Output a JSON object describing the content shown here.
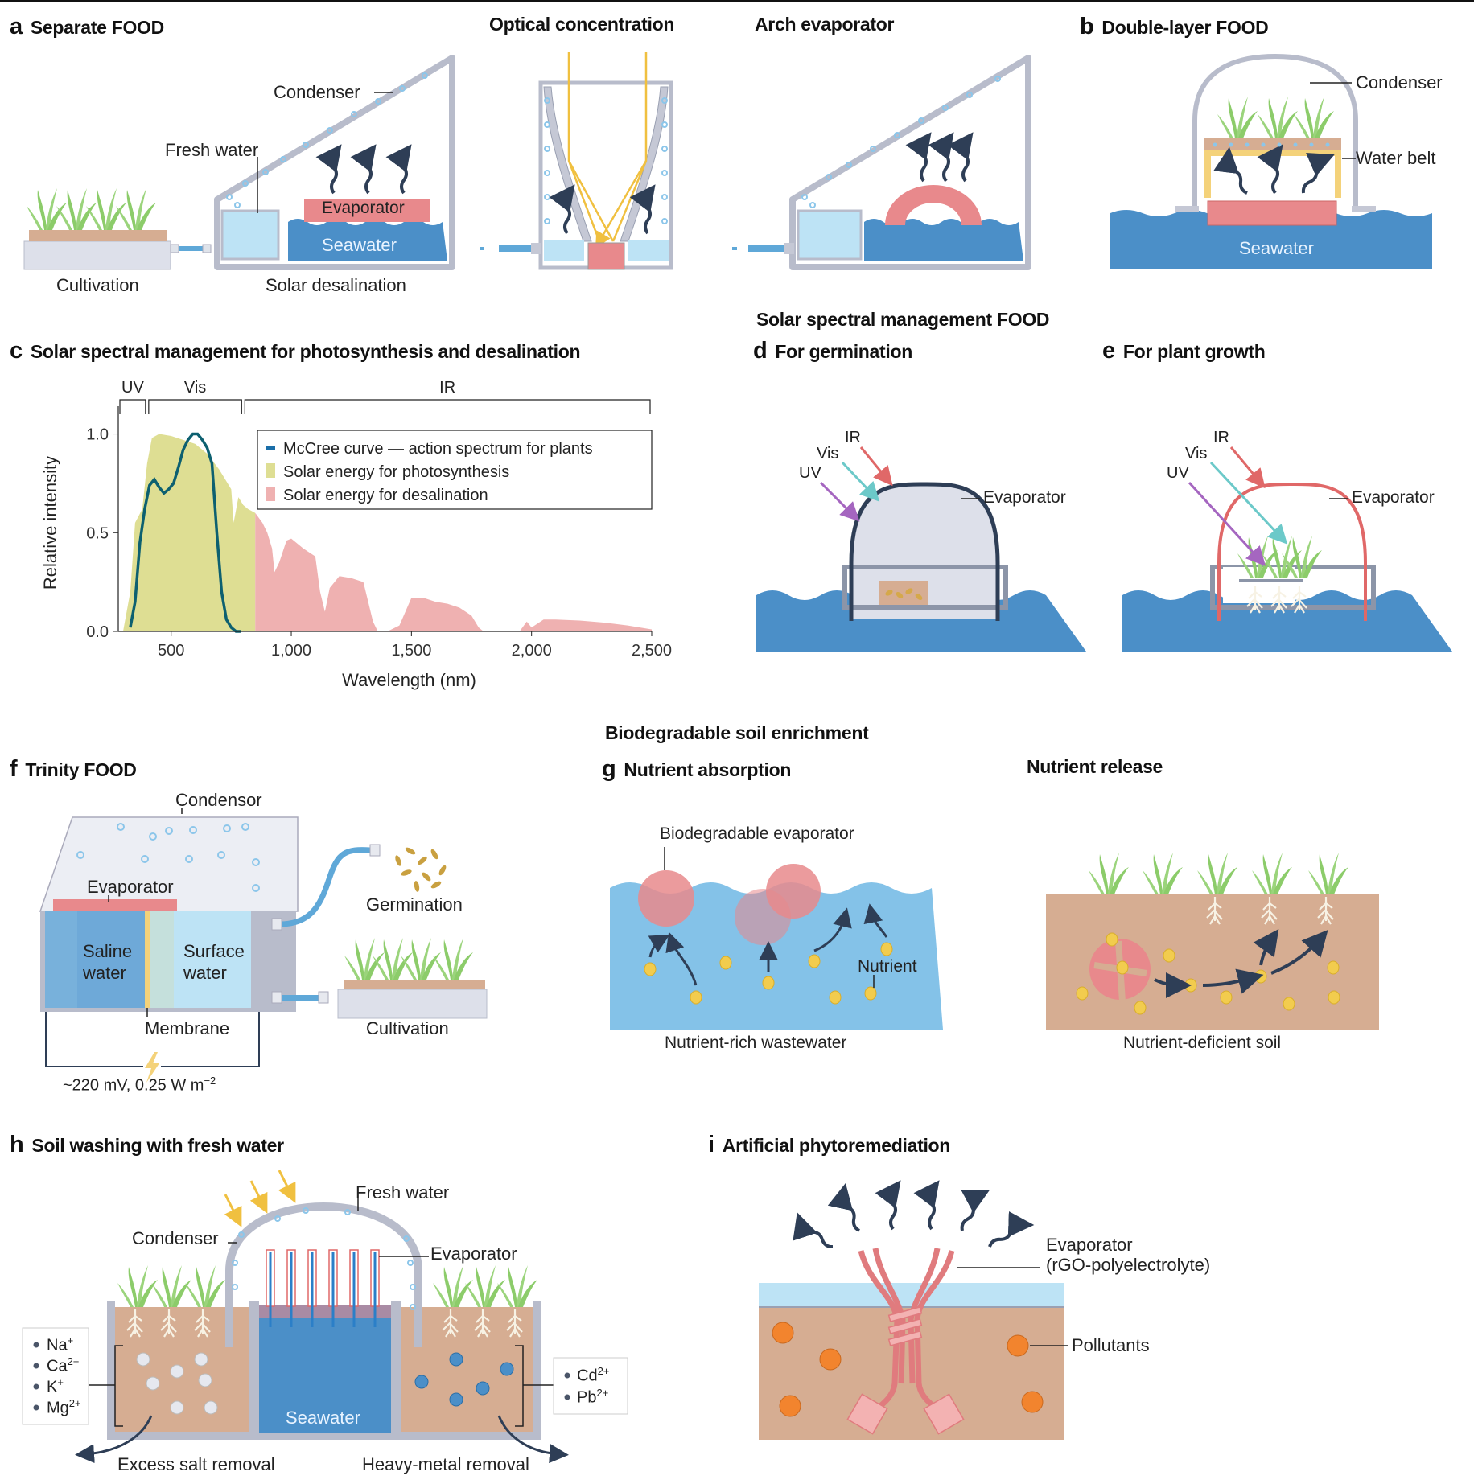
{
  "colors": {
    "seawater": "#4b8fc8",
    "fresh_water": "#bde3f5",
    "evaporator": "#e8898c",
    "frame": "#b8bccb",
    "plant": "#8ccc6a",
    "soil": "#d6ad92",
    "nutrient": "#f2cc4e",
    "vapor_arrow": "#2e3e56",
    "uv": "#a566c0",
    "vis": "#6cc9c9",
    "ir": "#e06868",
    "pollutant": "#f2842e",
    "photosynthesis_fill": "#dede93",
    "desalination_fill": "#efb1b1",
    "mccree_line": "#0d6070"
  },
  "panels": {
    "a": {
      "letter": "a",
      "title": "Separate FOOD",
      "labels": {
        "condenser": "Condenser",
        "fresh_water": "Fresh water",
        "evaporator": "Evaporator",
        "seawater": "Seawater",
        "cultivation": "Cultivation",
        "solar_desalination": "Solar desalination"
      },
      "sub1": "Optical concentration",
      "sub2": "Arch evaporator"
    },
    "b": {
      "letter": "b",
      "title": "Double-layer FOOD",
      "labels": {
        "condenser": "Condenser",
        "water_belt": "Water belt",
        "seawater": "Seawater"
      }
    },
    "c": {
      "letter": "c",
      "title": "Solar spectral management for photosynthesis and desalination"
    },
    "de_group": {
      "title": "Solar spectral management FOOD"
    },
    "d": {
      "letter": "d",
      "title": "For germination",
      "labels": {
        "ir": "IR",
        "vis": "Vis",
        "uv": "UV",
        "evaporator": "Evaporator"
      }
    },
    "e": {
      "letter": "e",
      "title": "For plant growth",
      "labels": {
        "ir": "IR",
        "vis": "Vis",
        "uv": "UV",
        "evaporator": "Evaporator"
      }
    },
    "f": {
      "letter": "f",
      "title": "Trinity FOOD",
      "labels": {
        "condensor": "Condensor",
        "evaporator": "Evaporator",
        "saline_1": "Saline",
        "saline_2": "water",
        "surface_1": "Surface",
        "surface_2": "water",
        "membrane": "Membrane",
        "germination": "Germination",
        "cultivation": "Cultivation",
        "power_main": "~220 mV, 0.25 W m",
        "power_sup": "−2"
      }
    },
    "g_group": {
      "title": "Biodegradable soil enrichment"
    },
    "g": {
      "letter": "g",
      "title": "Nutrient absorption",
      "title2": "Nutrient release",
      "labels": {
        "bio_evaporator": "Biodegradable evaporator",
        "nutrient": "Nutrient",
        "wastewater": "Nutrient-rich wastewater",
        "soil": "Nutrient-deficient soil"
      }
    },
    "h": {
      "letter": "h",
      "title": "Soil washing with fresh water",
      "labels": {
        "fresh_water": "Fresh water",
        "condenser": "Condenser",
        "evaporator": "Evaporator",
        "seawater": "Seawater",
        "salt_removal": "Excess salt removal",
        "metal_removal": "Heavy-metal removal"
      },
      "salts": [
        {
          "ion": "Na",
          "charge": "+"
        },
        {
          "ion": "Ca",
          "charge": "2+"
        },
        {
          "ion": "K",
          "charge": "+"
        },
        {
          "ion": "Mg",
          "charge": "2+"
        }
      ],
      "metals": [
        {
          "ion": "Cd",
          "charge": "2+"
        },
        {
          "ion": "Pb",
          "charge": "2+"
        }
      ]
    },
    "i": {
      "letter": "i",
      "title": "Artificial phytoremediation",
      "labels": {
        "evaporator_1": "Evaporator",
        "evaporator_2": "(rGO-polyelectrolyte)",
        "pollutants": "Pollutants"
      }
    }
  },
  "chart_data": {
    "type": "area",
    "title": "Solar spectral management for photosynthesis and desalination",
    "xlabel": "Wavelength (nm)",
    "ylabel": "Relative intensity",
    "xlim": [
      280,
      2500
    ],
    "ylim": [
      0,
      1.1
    ],
    "xticks": [
      500,
      1000,
      1500,
      2000,
      2500
    ],
    "xtick_labels": [
      "500",
      "1,000",
      "1,500",
      "2,000",
      "2,500"
    ],
    "yticks": [
      0.0,
      0.5,
      1.0
    ],
    "ytick_labels": [
      "0.0",
      "0.5",
      "1.0"
    ],
    "bands": [
      {
        "label": "UV",
        "range": [
          280,
          400
        ]
      },
      {
        "label": "Vis",
        "range": [
          400,
          800
        ]
      },
      {
        "label": "IR",
        "range": [
          800,
          2500
        ]
      }
    ],
    "legend_position": "top-right",
    "series": [
      {
        "name": "McCree curve — action spectrum for plants",
        "kind": "line",
        "x": [
          330,
          350,
          370,
          390,
          410,
          430,
          450,
          470,
          490,
          510,
          530,
          550,
          570,
          590,
          610,
          630,
          650,
          670,
          690,
          710,
          730,
          750,
          770,
          790
        ],
        "y": [
          0.02,
          0.15,
          0.45,
          0.62,
          0.74,
          0.77,
          0.73,
          0.7,
          0.72,
          0.75,
          0.83,
          0.92,
          0.97,
          1.0,
          1.0,
          0.97,
          0.93,
          0.85,
          0.5,
          0.2,
          0.06,
          0.02,
          0.0,
          0.0
        ]
      },
      {
        "name": "Solar energy for photosynthesis",
        "kind": "area",
        "x": [
          300,
          330,
          350,
          380,
          400,
          420,
          450,
          500,
          550,
          600,
          650,
          700,
          720,
          750,
          760,
          780,
          800,
          820,
          850
        ],
        "y": [
          0.0,
          0.2,
          0.55,
          0.62,
          0.85,
          0.98,
          1.0,
          0.99,
          0.97,
          0.95,
          0.9,
          0.82,
          0.78,
          0.72,
          0.55,
          0.68,
          0.64,
          0.62,
          0.6
        ]
      },
      {
        "name": "Solar energy for desalination",
        "kind": "area",
        "x": [
          850,
          880,
          900,
          920,
          930,
          950,
          980,
          1000,
          1050,
          1100,
          1120,
          1140,
          1160,
          1200,
          1250,
          1300,
          1340,
          1360,
          1400,
          1450,
          1500,
          1550,
          1600,
          1650,
          1700,
          1750,
          1780,
          1800,
          1850,
          1900,
          1950,
          1980,
          2000,
          2050,
          2100,
          2200,
          2300,
          2400,
          2500
        ],
        "y": [
          0.6,
          0.55,
          0.5,
          0.42,
          0.3,
          0.35,
          0.46,
          0.47,
          0.42,
          0.38,
          0.2,
          0.1,
          0.22,
          0.28,
          0.27,
          0.25,
          0.05,
          0.0,
          0.0,
          0.03,
          0.17,
          0.17,
          0.15,
          0.14,
          0.12,
          0.08,
          0.02,
          0.0,
          0.0,
          0.0,
          0.0,
          0.05,
          0.02,
          0.06,
          0.06,
          0.055,
          0.045,
          0.03,
          0.01
        ]
      }
    ]
  }
}
